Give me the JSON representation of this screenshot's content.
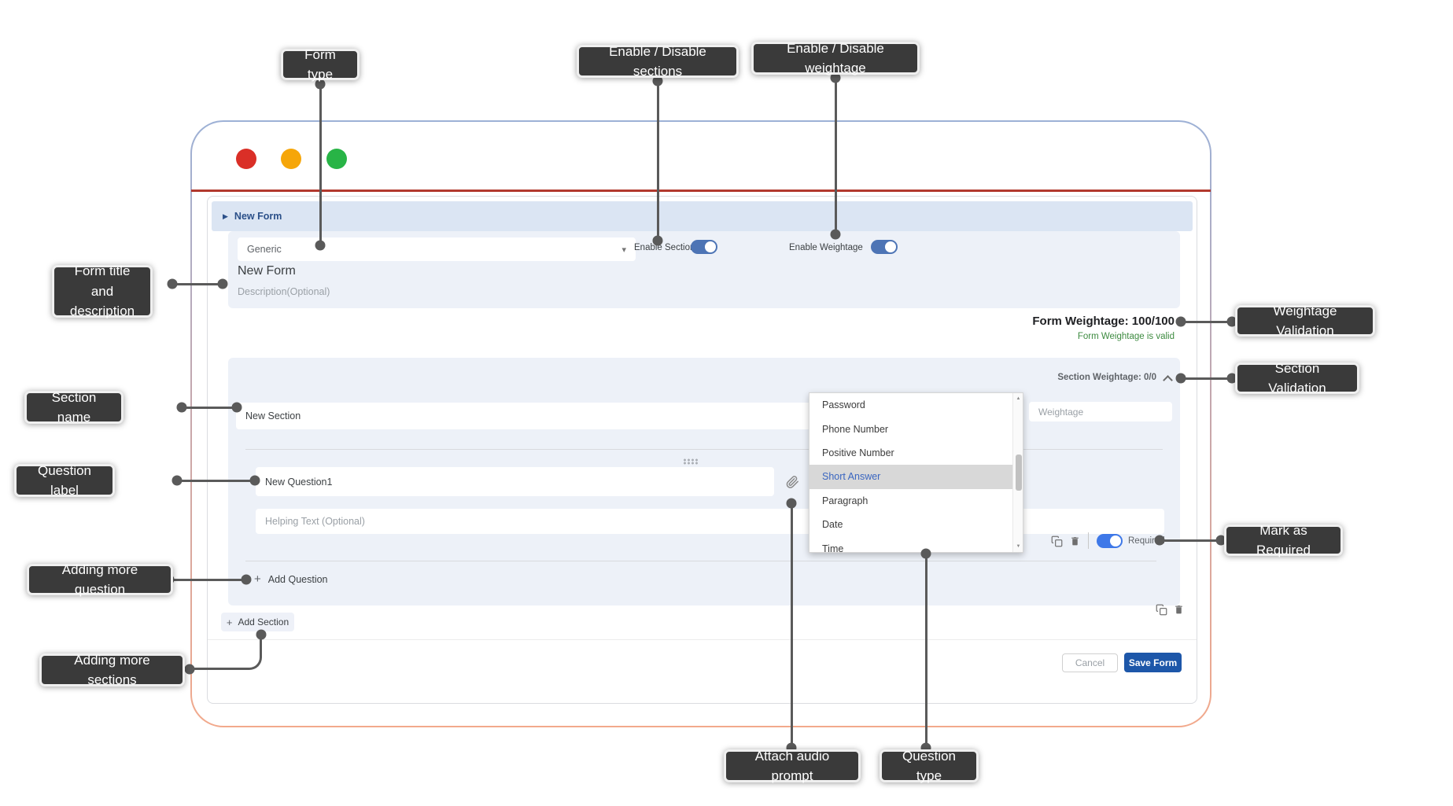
{
  "callouts": {
    "form_type": "Form type",
    "enable_disable_sections": "Enable / Disable sections",
    "enable_disable_weightage": "Enable / Disable weightage",
    "form_title_description": "Form title and description",
    "weightage_validation": "Weightage Validation",
    "section_validation": "Section Validation",
    "section_name": "Section name",
    "question_label": "Question label",
    "mark_as_required": "Mark as Required",
    "adding_more_question": "Adding more question",
    "adding_more_sections": "Adding more sections",
    "attach_audio_prompt": "Attach audio prompt",
    "question_type": "Question type"
  },
  "window": {
    "breadcrumb": "New Form",
    "form_type_value": "Generic",
    "enable_sections_label": "Enable Sections",
    "enable_weightage_label": "Enable Weightage",
    "form_title_value": "New Form",
    "description_placeholder": "Description(Optional)",
    "form_weightage_label": "Form Weightage: 100/100",
    "form_weightage_status": "Form Weightage is valid",
    "section": {
      "weightage_label": "Section Weightage: 0/0",
      "name_value": "New Section",
      "weightage_placeholder": "Weightage",
      "question_value": "New Question1",
      "helping_placeholder": "Helping Text (Optional)",
      "required_label": "Required",
      "add_question_label": "Add Question"
    },
    "question_type_dropdown": {
      "items": [
        "Password",
        "Phone Number",
        "Positive Number",
        "Short Answer",
        "Paragraph",
        "Date",
        "Time"
      ],
      "selected": "Short Answer"
    },
    "add_section_label": "Add Section",
    "cancel_label": "Cancel",
    "save_label": "Save Form"
  },
  "icons": {
    "plus": "+",
    "breadcrumb_arrow": "▶",
    "select_caret": "▾",
    "scroll_up": "▲",
    "scroll_down": "▼"
  },
  "colors": {
    "accent_blue": "#2b5089",
    "save_button_blue": "#1d57a9",
    "header_toggle_blue": "#4d74b5",
    "required_toggle_blue": "#3e78e8",
    "valid_green": "#3d8b40",
    "callout_bg": "#3a3a3a",
    "connector_gray": "#5a5a5a",
    "traffic_red": "#da2f27",
    "traffic_amber": "#f6a609",
    "traffic_green": "#28b446",
    "window_border_top": "#9db1d6",
    "window_border_bottom": "#f2a98c",
    "header_rule_red": "#b2392e",
    "panel_blue": "#edf1f8",
    "breadcrumb_bar_blue": "#dbe5f3",
    "dropdown_selected_bg": "#d8d8d8"
  }
}
